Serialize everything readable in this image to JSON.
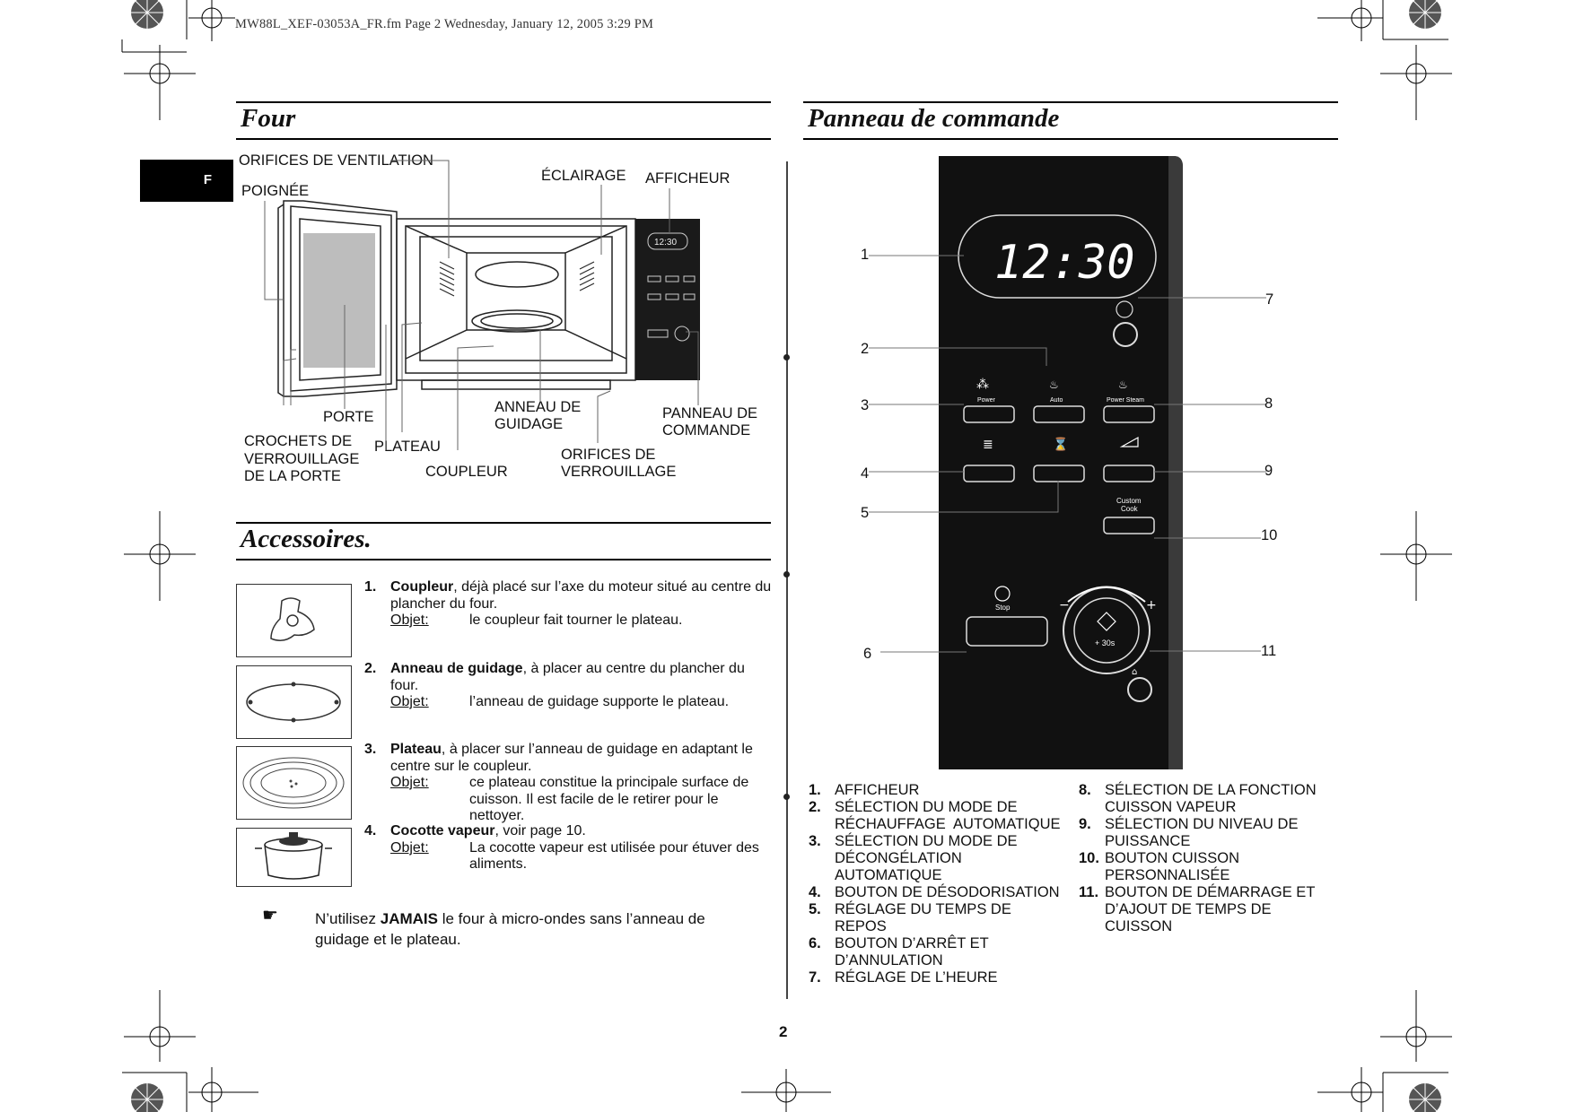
{
  "header": {
    "file_line": "MW88L_XEF-03053A_FR.fm  Page 2  Wednesday, January 12, 2005  3:29 PM"
  },
  "language_tab": "F",
  "oven": {
    "title": "Four",
    "labels": {
      "vents": "ORIFICES DE VENTILATION",
      "handle": "POIGNÉE",
      "light": "ÉCLAIRAGE",
      "display": "AFFICHEUR",
      "door": "PORTE",
      "door_latches_1": "CROCHETS DE",
      "door_latches_2": "VERROUILLAGE",
      "door_latches_3": "DE LA PORTE",
      "turntable": "PLATEAU",
      "coupler": "COUPLEUR",
      "roller_ring_1": "ANNEAU DE",
      "roller_ring_2": "GUIDAGE",
      "safety_holes_1": "ORIFICES DE",
      "safety_holes_2": "VERROUILLAGE",
      "control_panel_1": "PANNEAU DE",
      "control_panel_2": "COMMANDE"
    },
    "display_time": "12:30"
  },
  "accessories": {
    "title": "Accessoires.",
    "items": [
      {
        "num": "1.",
        "name": "Coupleur",
        "text": ", déjà placé sur l’axe du moteur situé au centre du plancher du four.",
        "obj_label": "Objet:",
        "obj_text": "le coupleur fait tourner le plateau."
      },
      {
        "num": "2.",
        "name": "Anneau de guidage",
        "text": ", à placer au centre du plancher du four.",
        "obj_label": "Objet:",
        "obj_text": "l’anneau de guidage supporte le plateau."
      },
      {
        "num": "3.",
        "name": "Plateau",
        "text": ", à placer sur l’anneau de guidage en adaptant le centre sur le coupleur.",
        "obj_label": "Objet:",
        "obj_text": "ce plateau constitue la principale surface de cuisson. Il est facile de le retirer pour le nettoyer."
      },
      {
        "num": "4.",
        "name": "Cocotte vapeur",
        "text": ", voir page 10.",
        "obj_label": "Objet:",
        "obj_text": "La cocotte vapeur est utilisée pour étuver des aliments."
      }
    ],
    "note_pre": "N’utilisez ",
    "note_bold": "JAMAIS",
    "note_post": " le four à micro-ondes sans l’anneau de guidage et le plateau."
  },
  "control_panel": {
    "title": "Panneau de commande",
    "display_time": "12:30",
    "callouts": [
      "1",
      "2",
      "3",
      "4",
      "5",
      "6",
      "7",
      "8",
      "9",
      "10",
      "11"
    ],
    "button_labels": {
      "power": "Power",
      "auto": "Auto",
      "power_steam": "Power Steam",
      "custom": "Custom",
      "cook": "Cook",
      "stop": "Stop",
      "plus30": "+ 30s"
    },
    "legend_left": [
      {
        "num": "1.",
        "lines": [
          "AFFICHEUR"
        ]
      },
      {
        "num": "2.",
        "lines": [
          "SÉLECTION DU MODE DE",
          "RÉCHAUFFAGE  AUTOMATIQUE"
        ]
      },
      {
        "num": "3.",
        "lines": [
          "SÉLECTION DU MODE DE",
          "DÉCONGÉLATION",
          "AUTOMATIQUE"
        ]
      },
      {
        "num": "4.",
        "lines": [
          "BOUTON DE DÉSODORISATION"
        ]
      },
      {
        "num": "5.",
        "lines": [
          "RÉGLAGE DU TEMPS DE",
          "REPOS"
        ]
      },
      {
        "num": "6.",
        "lines": [
          "BOUTON D’ARRÊT ET",
          "D’ANNULATION"
        ]
      },
      {
        "num": "7.",
        "lines": [
          "RÉGLAGE DE L’HEURE"
        ]
      }
    ],
    "legend_right": [
      {
        "num": "8.",
        "lines": [
          "SÉLECTION DE LA FONCTION",
          "CUISSON VAPEUR"
        ]
      },
      {
        "num": "9.",
        "lines": [
          "SÉLECTION DU NIVEAU DE",
          "PUISSANCE"
        ]
      },
      {
        "num": "10.",
        "lines": [
          "BOUTON CUISSON",
          "PERSONNALISÉE"
        ]
      },
      {
        "num": "11.",
        "lines": [
          "BOUTON DE DÉMARRAGE ET",
          "D’AJOUT DE TEMPS DE",
          "CUISSON"
        ]
      }
    ]
  },
  "page_number": "2"
}
